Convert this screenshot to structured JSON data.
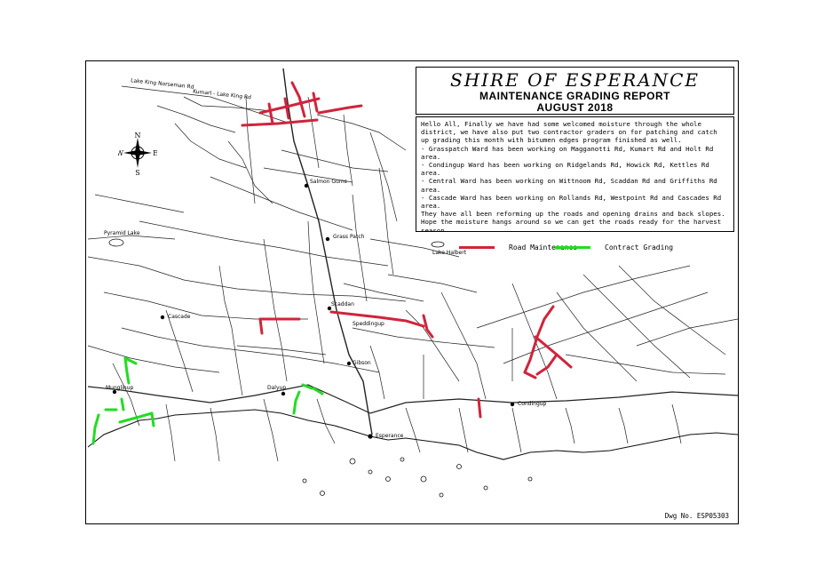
{
  "title": "SHIRE OF ESPERANCE",
  "subtitle": "MAINTENANCE GRADING REPORT",
  "date": "AUGUST 2018",
  "notes": [
    "Hello All, Finally we have had some welcomed moisture through the whole district, we have also put two contractor graders on for patching  and catch up grading this month with bitumen edges program finished as well.",
    "- Grasspatch Ward has been working on Magganotti Rd, Kumart Rd and Holt Rd area.",
    "- Condingup Ward has been working on Ridgelands Rd, Howick Rd, Kettles Rd area.",
    "- Central Ward has been working on Wittnoom Rd, Scaddan Rd and Griffiths Rd area.",
    "- Cascade Ward has been working on Rollands Rd, Westpoint Rd and Cascades Rd area.",
    "They have all been reforming up the roads and opening drains and back slopes. Hope the moisture hangs around so we can get the roads ready for the harvest season."
  ],
  "legend": {
    "road_maintenance": "Road Maintenance",
    "contract_grading": "Contract Grading",
    "maintenance_color": "#d0243b",
    "grading_color": "#22dd22"
  },
  "compass": {
    "n": "N",
    "e": "E",
    "s": "S",
    "w": "W"
  },
  "places": {
    "salmon_gums": "Salmon Gums",
    "pyramid_lake": "Pyramid Lake",
    "lake_halbert": "Lake Halbert",
    "grass_patch": "Grass Patch",
    "cascade": "Cascade",
    "scaddan": "Scaddan",
    "gibson": "Gibson",
    "munglinup": "Munglinup",
    "dalyup": "Dalyup",
    "esperance": "Esperance",
    "condingup": "Condingup",
    "speddingup": "Speddingup",
    "lake_king": "Lake King Norseman Rd",
    "kumarl": "Kumarl - Lake King Rd"
  },
  "drawing_number": "Dwg No.   ESP05303"
}
